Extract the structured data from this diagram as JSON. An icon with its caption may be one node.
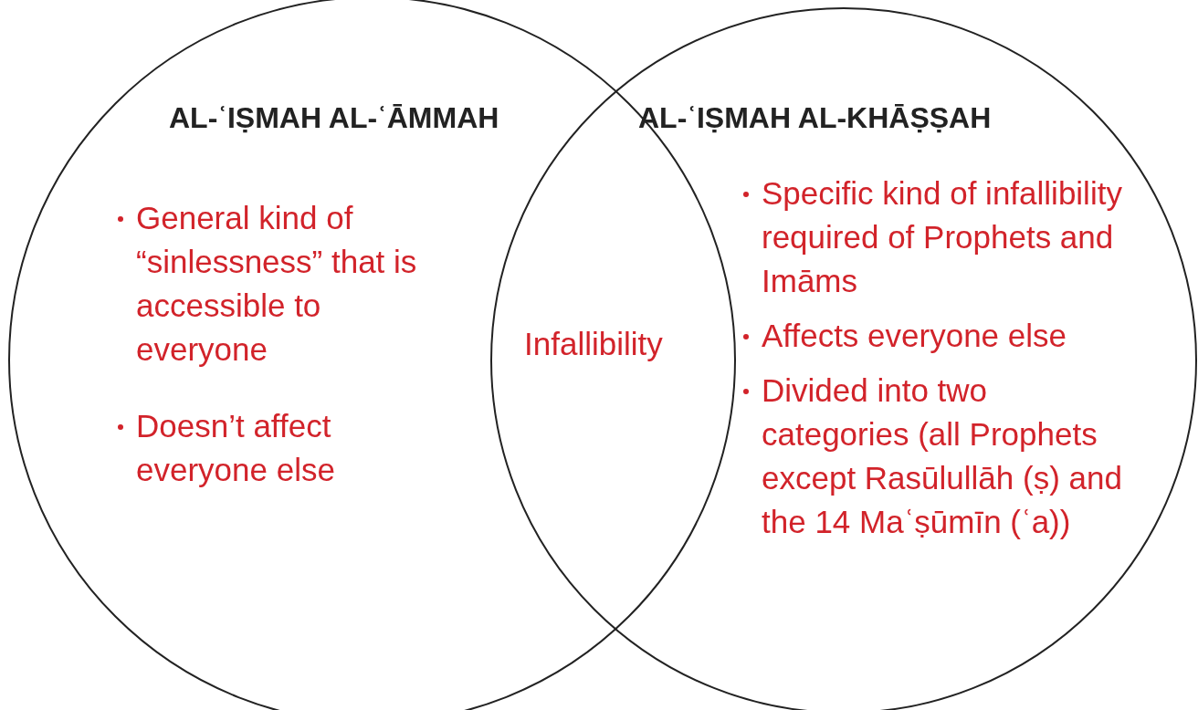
{
  "diagram": {
    "nodes": [
      {
        "text": [
          "AL-ʿIṢMAH AL-ʿĀMMAH",
          "General kind of “sinlessness” that is accessible to everyone",
          "Doesn’t affect everyone else"
        ]
      },
      {
        "text": [
          "AL-ʿIṢMAH AL-KHĀṢṢAH",
          "Specific kind of infallibility required of Prophets and Imāms",
          "Affects everyone else",
          "Divided into two categories (all Prophets except Rasūlullāh (ṣ) and the 14 Maʿṣūmīn (ʿa))"
        ]
      }
    ],
    "edges": [],
    "labels": [
      "Infallibility"
    ]
  }
}
